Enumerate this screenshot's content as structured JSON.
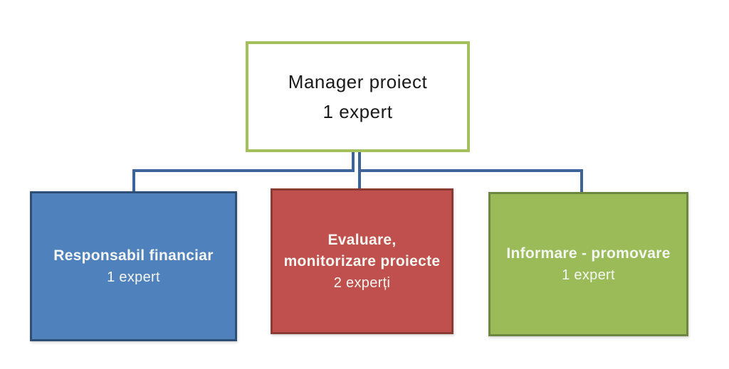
{
  "canvas": {
    "background_color": "#ffffff"
  },
  "diagram": {
    "type": "org-chart",
    "connector_color": "#3c6498",
    "nodes": {
      "manager": {
        "title": "Manager proiect",
        "subtitle": "1 expert",
        "fill_color": "#ffffff",
        "border_color": "#a3c05c",
        "text_color": "#1a1a1a"
      },
      "financiar": {
        "title": "Responsabil financiar",
        "subtitle": "1 expert",
        "fill_color": "#4f81bd",
        "border_color": "#2f4e76",
        "text_color": "#f4f6f2"
      },
      "evaluare": {
        "title_line1": "Evaluare,",
        "title_line2": "monitorizare proiecte",
        "subtitle": "2 experți",
        "fill_color": "#c0504d",
        "border_color": "#8b3a36",
        "text_color": "#f4f6f2"
      },
      "informare": {
        "title": "Informare - promovare",
        "subtitle": "1 expert",
        "fill_color": "#9bbb59",
        "border_color": "#6e8740",
        "text_color": "#f4f6f2"
      }
    }
  }
}
